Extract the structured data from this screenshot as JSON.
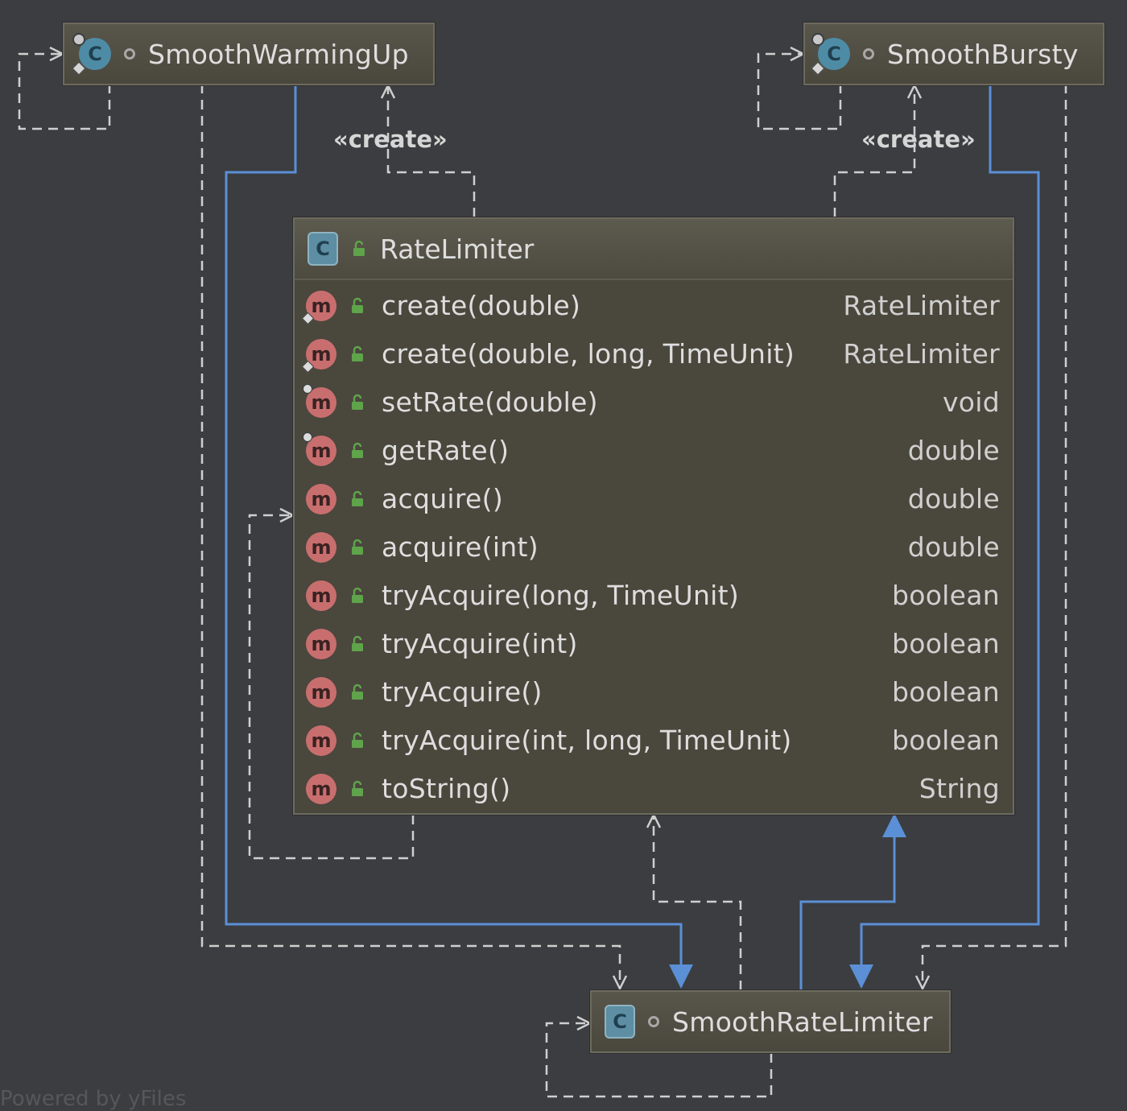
{
  "nodes": {
    "smooth_warming_up": {
      "title": "SmoothWarmingUp",
      "kind": "class",
      "visibility": "package"
    },
    "smooth_bursty": {
      "title": "SmoothBursty",
      "kind": "class",
      "visibility": "package"
    },
    "smooth_rate_limiter": {
      "title": "SmoothRateLimiter",
      "kind": "abstract-class",
      "visibility": "package"
    },
    "rate_limiter": {
      "title": "RateLimiter",
      "kind": "abstract-class",
      "visibility": "public",
      "methods": [
        {
          "name": "create(double)",
          "type": "RateLimiter",
          "static": true
        },
        {
          "name": "create(double, long, TimeUnit)",
          "type": "RateLimiter",
          "static": true
        },
        {
          "name": "setRate(double)",
          "type": "void",
          "static": false
        },
        {
          "name": "getRate()",
          "type": "double",
          "static": false
        },
        {
          "name": "acquire()",
          "type": "double",
          "static": false
        },
        {
          "name": "acquire(int)",
          "type": "double",
          "static": false
        },
        {
          "name": "tryAcquire(long, TimeUnit)",
          "type": "boolean",
          "static": false
        },
        {
          "name": "tryAcquire(int)",
          "type": "boolean",
          "static": false
        },
        {
          "name": "tryAcquire()",
          "type": "boolean",
          "static": false
        },
        {
          "name": "tryAcquire(int, long, TimeUnit)",
          "type": "boolean",
          "static": false
        },
        {
          "name": "toString()",
          "type": "String",
          "static": false
        }
      ]
    }
  },
  "labels": {
    "create_left": "«create»",
    "create_right": "«create»"
  },
  "icons": {
    "class_letter": "C",
    "method_letter": "m"
  },
  "colors": {
    "background": "#3b3d40",
    "node_fill": "#4a473d",
    "inheritance_edge": "#5b8fd6",
    "dependency_edge": "#cfcfcf",
    "method_icon": "#c96e6e",
    "class_icon": "#4e8ca6",
    "public_lock": "#5fa34b"
  },
  "footer": "Powered by yFiles"
}
